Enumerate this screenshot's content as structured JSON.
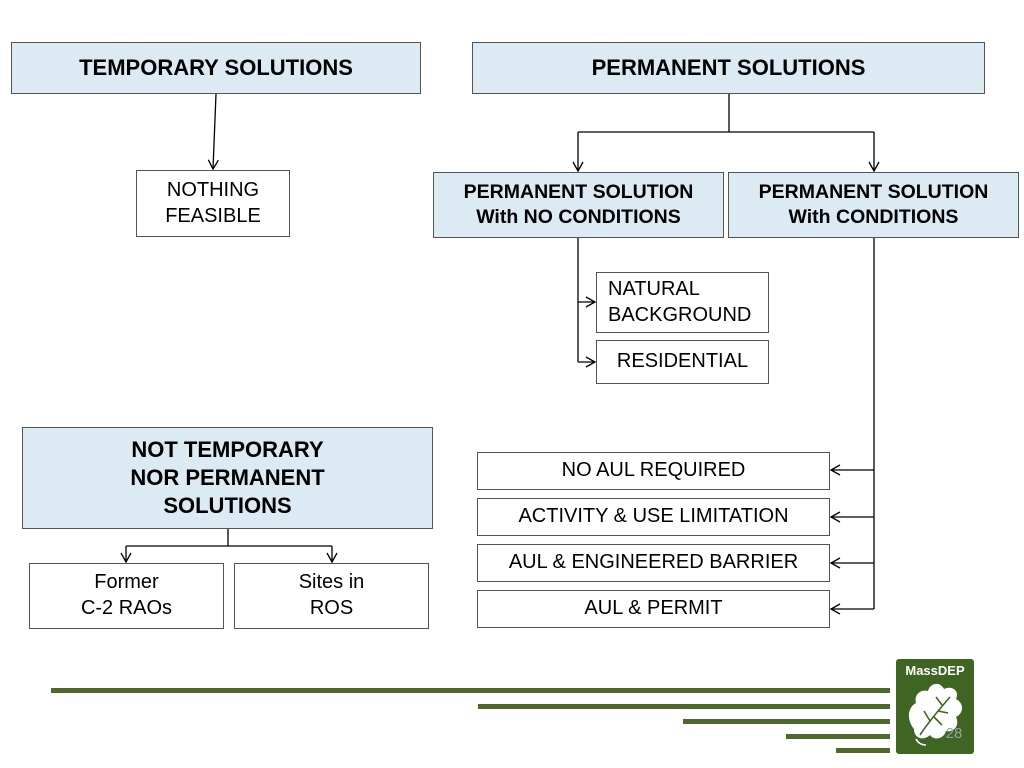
{
  "boxes": {
    "temporary_solutions": "TEMPORARY SOLUTIONS",
    "permanent_solutions": "PERMANENT SOLUTIONS",
    "nothing_feasible": "NOTHING\nFEASIBLE",
    "permanent_no_conditions": "PERMANENT SOLUTION\nWith NO CONDITIONS",
    "permanent_with_conditions": "PERMANENT SOLUTION\nWith CONDITIONS",
    "natural_background": "NATURAL\nBACKGROUND",
    "residential": "RESIDENTIAL",
    "not_temporary_nor_permanent": "NOT TEMPORARY\nNOR PERMANENT\nSOLUTIONS",
    "former_c2_raos": "Former\nC-2 RAOs",
    "sites_in_ros": "Sites in\nROS",
    "no_aul_required": "NO AUL REQUIRED",
    "activity_use_limitation": "ACTIVITY & USE LIMITATION",
    "aul_engineered_barrier": "AUL & ENGINEERED BARRIER",
    "aul_permit": "AUL & PERMIT"
  },
  "footer": {
    "logo_text": "MassDEP",
    "page_number": "28"
  },
  "colors": {
    "box_fill_blue": "#dbeaf3",
    "box_border": "#555555",
    "connector": "#000000",
    "accent_green": "#4e6a2a",
    "logo_green": "#3e6522"
  }
}
